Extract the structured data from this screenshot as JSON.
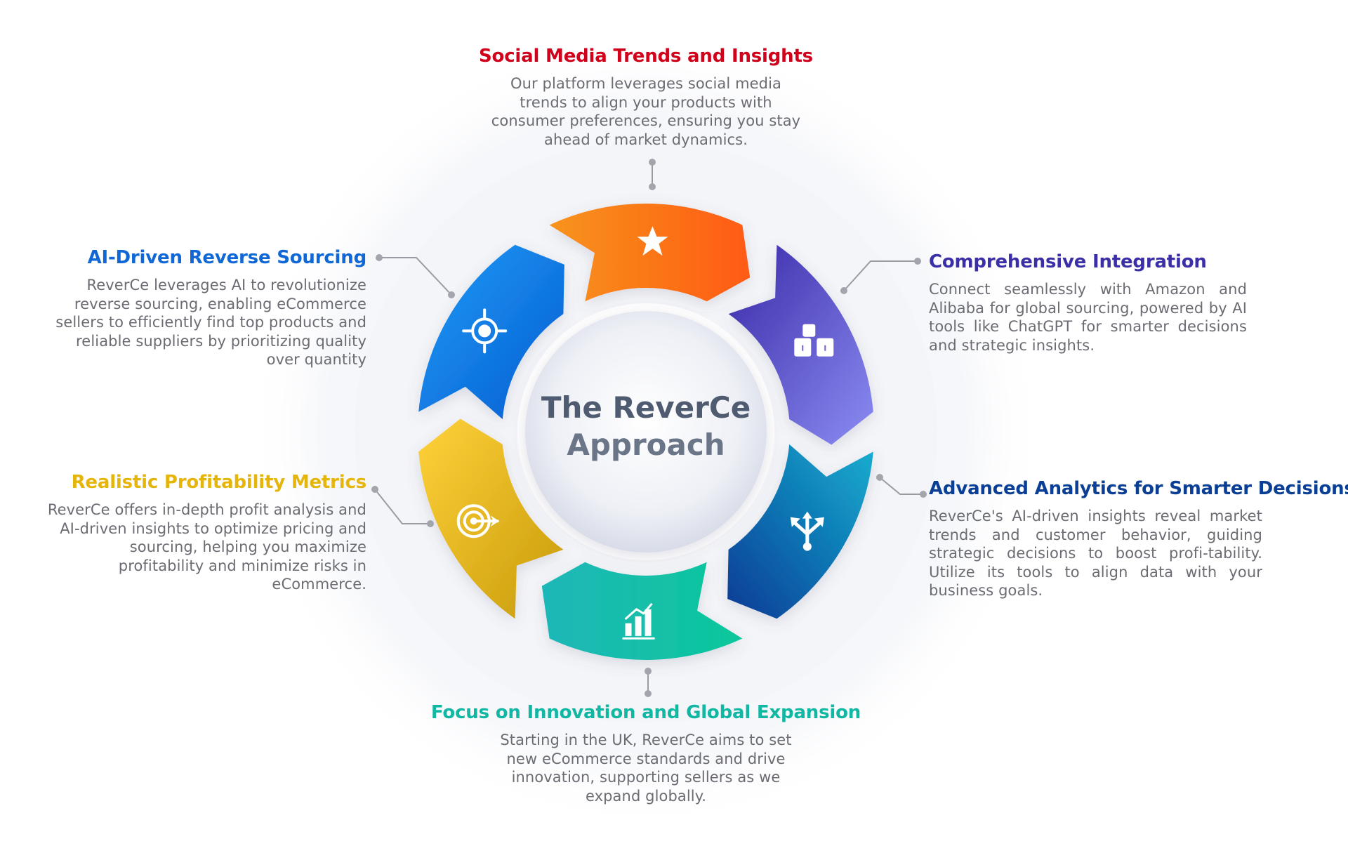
{
  "center": {
    "line1": "The ReverCe",
    "line2": "Approach"
  },
  "steps": [
    {
      "title": "Social Media Trends and Insights",
      "description": "Our platform leverages social media trends to align your products with consumer preferences, ensuring you stay ahead of market dynamics.",
      "icon": "star-icon",
      "color": "#d0021b",
      "gradient": [
        "#f7941d",
        "#ff5a12"
      ]
    },
    {
      "title": "Comprehensive Integration",
      "description": "Connect seamlessly with Amazon and Alibaba for global sourcing, powered by AI tools like ChatGPT for smarter decisions and strategic insights.",
      "icon": "boxes-icon",
      "color": "#3b2fa8",
      "gradient": [
        "#3a2aa8",
        "#8b8cf2"
      ]
    },
    {
      "title": "Advanced Analytics for Smarter Decisions",
      "description": "ReverCe's AI-driven insights reveal market trends and customer behavior, guiding strategic decisions to boost profi-tability. Utilize its tools to align data with your business goals.",
      "icon": "split-arrows-icon",
      "color": "#0a3f95",
      "gradient": [
        "#0a3a95",
        "#15aed0"
      ]
    },
    {
      "title": "Focus on Innovation and Global Expansion",
      "description": "Starting in the UK, ReverCe aims to set new eCommerce standards and drive innovation, supporting sellers as we expand globally.",
      "icon": "bar-growth-icon",
      "color": "#10b7a2",
      "gradient": [
        "#0bc7a5",
        "#1fb7b8"
      ]
    },
    {
      "title": "Realistic Profitability Metrics",
      "description": "ReverCe offers in-depth profit analysis and AI-driven insights to optimize pricing and sourcing, helping you maximize profitability and minimize risks in eCommerce.",
      "icon": "target-arrow-icon",
      "color": "#e6b50c",
      "gradient": [
        "#ffd23a",
        "#c79a0a"
      ]
    },
    {
      "title": "AI-Driven Reverse Sourcing",
      "description": "ReverCe leverages AI to revolutionize reverse sourcing, enabling eCommerce sellers to efficiently find top products and reliable suppliers by prioritizing quality over quantity",
      "icon": "crosshair-icon",
      "color": "#1068d6",
      "gradient": [
        "#1a9cf8",
        "#0a5cd0"
      ]
    }
  ]
}
